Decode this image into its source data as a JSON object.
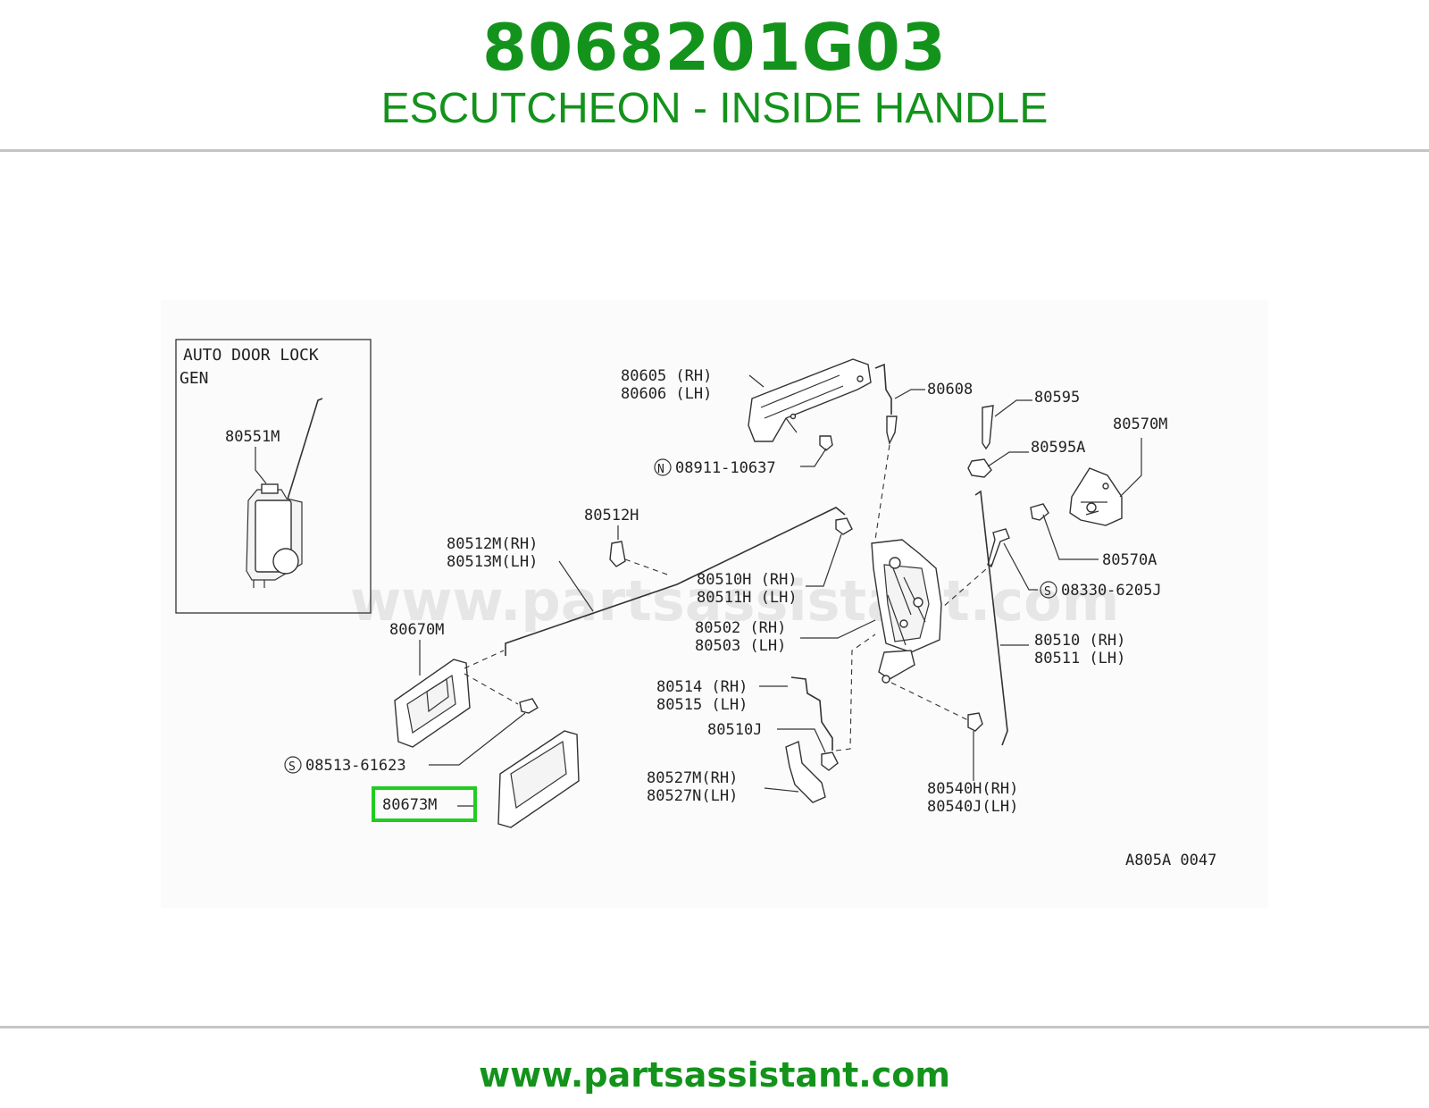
{
  "header": {
    "part_number": "8068201G03",
    "part_name": "ESCUTCHEON - INSIDE HANDLE"
  },
  "diagram": {
    "watermark": "www.partsassistant.com",
    "inset": {
      "title": "AUTO DOOR LOCK",
      "subtitle": "GEN",
      "part": "80551M"
    },
    "callouts": {
      "c80605": "80605 (RH)",
      "c80606": "80606 (LH)",
      "c80608": "80608",
      "c80595": "80595",
      "c80570M": "80570M",
      "c80595A": "80595A",
      "c08911": "08911-10637",
      "c80512H": "80512H",
      "c80512M": "80512M(RH)",
      "c80513M": "80513M(LH)",
      "c80570A": "80570A",
      "c80510H": "80510H (RH)",
      "c80511H": "80511H (LH)",
      "c08330": "08330-6205J",
      "c80502": "80502 (RH)",
      "c80503": "80503 (LH)",
      "c80510": "80510  (RH)",
      "c80511": "80511  (LH)",
      "c80670M": "80670M",
      "c80514": "80514 (RH)",
      "c80515": "80515 (LH)",
      "c80510J": "80510J",
      "c08513": "08513-61623",
      "c80527M": "80527M(RH)",
      "c80527N": "80527N(LH)",
      "c80540H": "80540H(RH)",
      "c80540J": "80540J(LH)",
      "c80673M": "80673M",
      "figure_code": "A805A 0047"
    },
    "symbol_n": "N",
    "symbol_s": "S",
    "highlight_color": "#22cc22"
  },
  "footer": {
    "url": "www.partsassistant.com"
  }
}
